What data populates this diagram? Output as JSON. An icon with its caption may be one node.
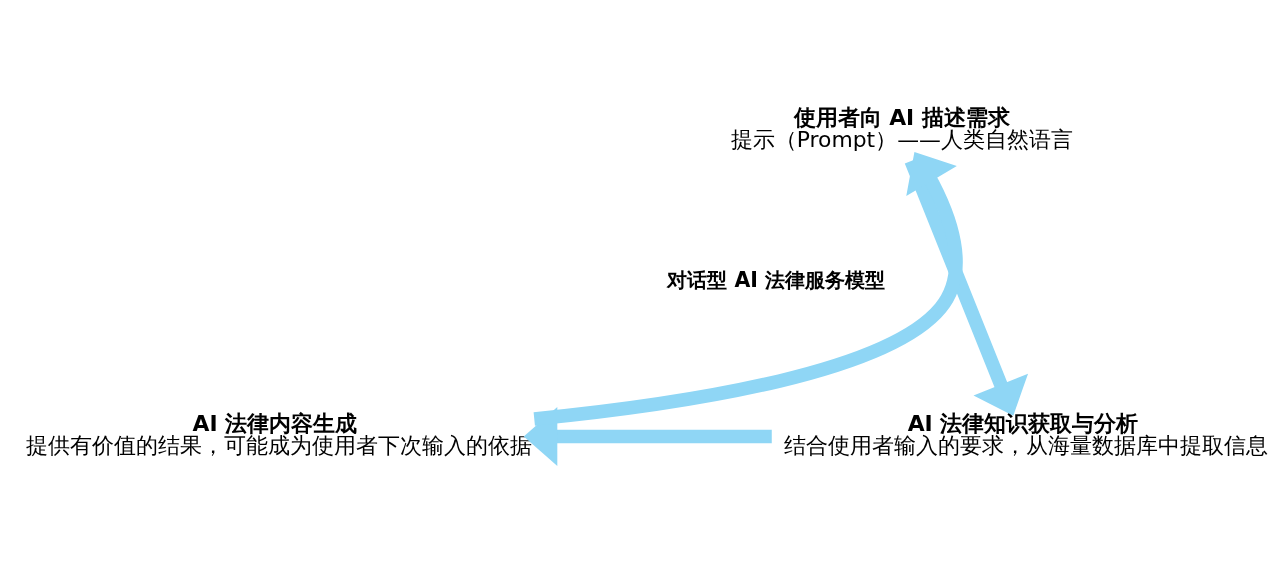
{
  "diagram": {
    "nodes": [
      {
        "text": [
          "使用者向 AI 描述需求",
          "提示（Prompt）——人类自然语言"
        ]
      },
      {
        "text": [
          "AI 法律知识获取与分析",
          "结合使用者输入的要求，从海量数据库中提取信息"
        ]
      },
      {
        "text": [
          "AI 法律内容生成",
          "提供有价值的结果，可能成为使用者下次输入的依据"
        ]
      }
    ],
    "edges": [
      {
        "from": 0,
        "to": 1,
        "arrow": "to"
      },
      {
        "from": 1,
        "to": 2,
        "arrow": "to"
      },
      {
        "from": 2,
        "to": 0,
        "arrow": "to"
      }
    ],
    "labels": [
      "对话型 AI 法律服务模型"
    ]
  }
}
